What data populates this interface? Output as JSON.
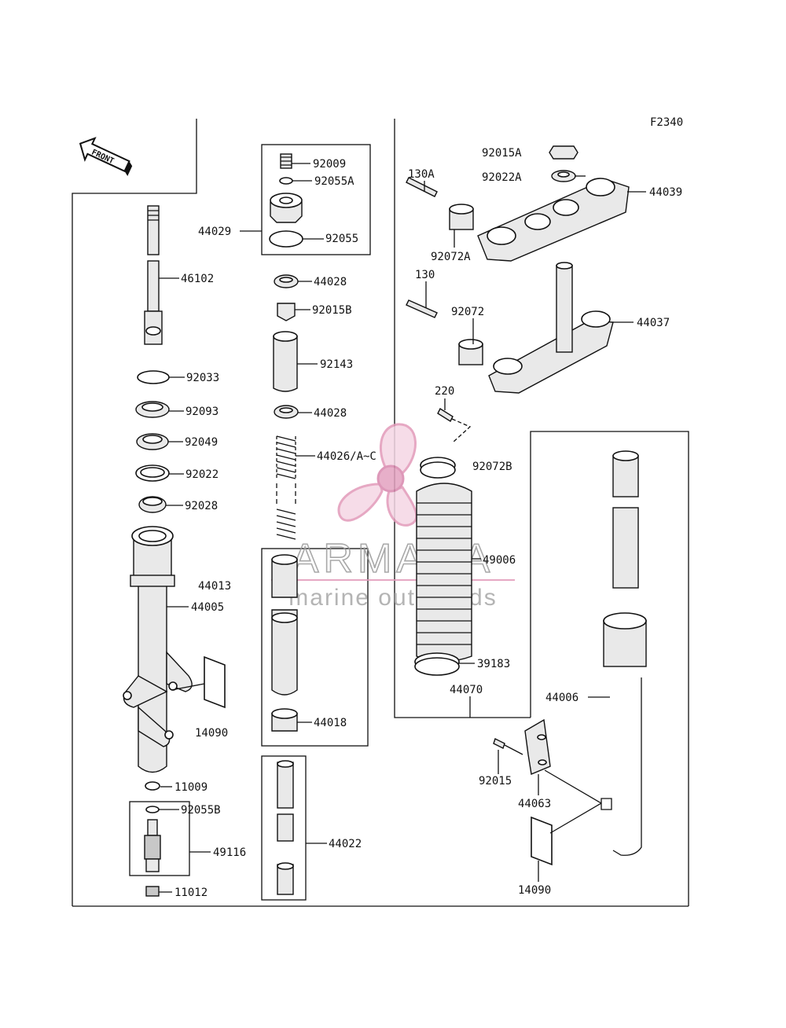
{
  "figure_code": "F2340",
  "front_arrow": "FRONT",
  "watermark": {
    "brand": "ARMADA",
    "tagline": "marine outboards",
    "colors": {
      "pink": "#e8a6c4",
      "pink_dark": "#d887ad",
      "gray": "#9a9a9a"
    }
  },
  "callouts": {
    "p92009": "92009",
    "p92055A": "92055A",
    "p44029": "44029",
    "p92055": "92055",
    "p44028a": "44028",
    "p92015B": "92015B",
    "p92143": "92143",
    "p44028b": "44028",
    "p44026": "44026/A~C",
    "p44018": "44018",
    "p44022": "44022",
    "p46102": "46102",
    "p92033": "92033",
    "p92093": "92093",
    "p92049": "92049",
    "p92022": "92022",
    "p92028": "92028",
    "p44013": "44013",
    "p44005": "44005",
    "p14090a": "14090",
    "p11009": "11009",
    "p92055B": "92055B",
    "p49116": "49116",
    "p11012": "11012",
    "p92015A": "92015A",
    "p92022A": "92022A",
    "p130A": "130A",
    "p44039": "44039",
    "p92072A": "92072A",
    "p130": "130",
    "p92072": "92072",
    "p44037": "44037",
    "p220": "220",
    "p92072B": "92072B",
    "p49006": "49006",
    "p39183": "39183",
    "p44070": "44070",
    "p44006": "44006",
    "p92015": "92015",
    "p44063": "44063",
    "p14090b": "14090"
  }
}
